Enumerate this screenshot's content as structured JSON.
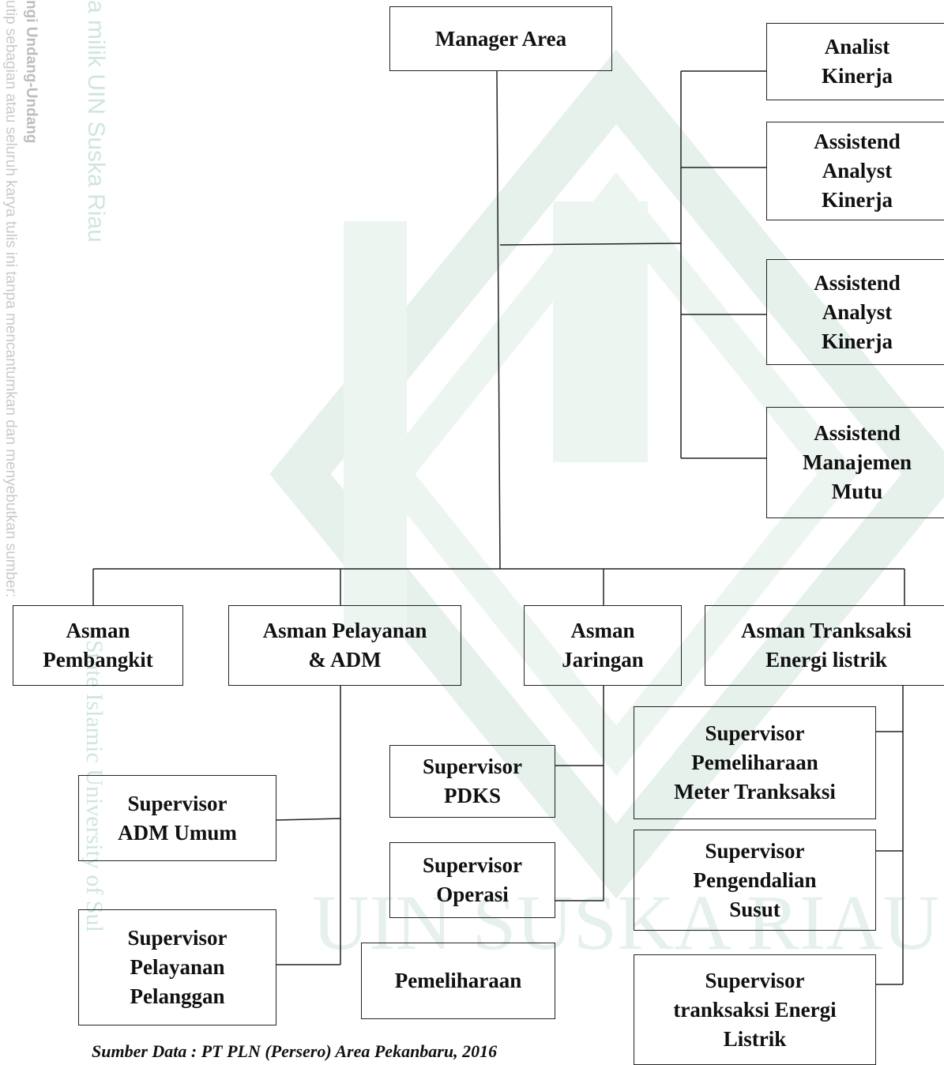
{
  "watermark": {
    "left_text_1": "ngi Undang-Undang",
    "left_text_2": "utip sebagian atau seluruh karya tulis ini tanpa mencantumkan dan menyebutkan sumber:",
    "left_green_1": "a milik UIN Suska Riau",
    "left_green_2": "State Islamic University of Sul",
    "center_text": "UIN SUSKA RIAU",
    "color": "#cfe6dd"
  },
  "org": {
    "manager": [
      "Manager Area"
    ],
    "staff": [
      [
        "Analist",
        "Kinerja"
      ],
      [
        "Assistend",
        "Analyst",
        "Kinerja"
      ],
      [
        "Assistend",
        "Analyst",
        "Kinerja"
      ],
      [
        "Assistend",
        "Manajemen",
        "Mutu"
      ]
    ],
    "asman": [
      [
        "Asman",
        "Pembangkit"
      ],
      [
        "Asman Pelayanan",
        "& ADM"
      ],
      [
        "Asman",
        "Jaringan"
      ],
      [
        "Asman Tranksaksi",
        "Energi listrik"
      ]
    ],
    "pelayanan_supervisors": [
      [
        "Supervisor",
        "ADM Umum"
      ],
      [
        "Supervisor",
        "Pelayanan",
        "Pelanggan"
      ]
    ],
    "jaringan_supervisors": [
      [
        "Supervisor",
        "PDKS"
      ],
      [
        "Supervisor",
        "Operasi"
      ],
      [
        "Pemeliharaan"
      ]
    ],
    "transaksi_supervisors": [
      [
        "Supervisor",
        "Pemeliharaan",
        "Meter Tranksaksi"
      ],
      [
        "Supervisor",
        "Pengendalian",
        "Susut"
      ],
      [
        "Supervisor",
        "tranksaksi Energi",
        "Listrik"
      ]
    ]
  },
  "caption": "Sumber Data : PT PLN (Persero) Area Pekanbaru, 2016"
}
